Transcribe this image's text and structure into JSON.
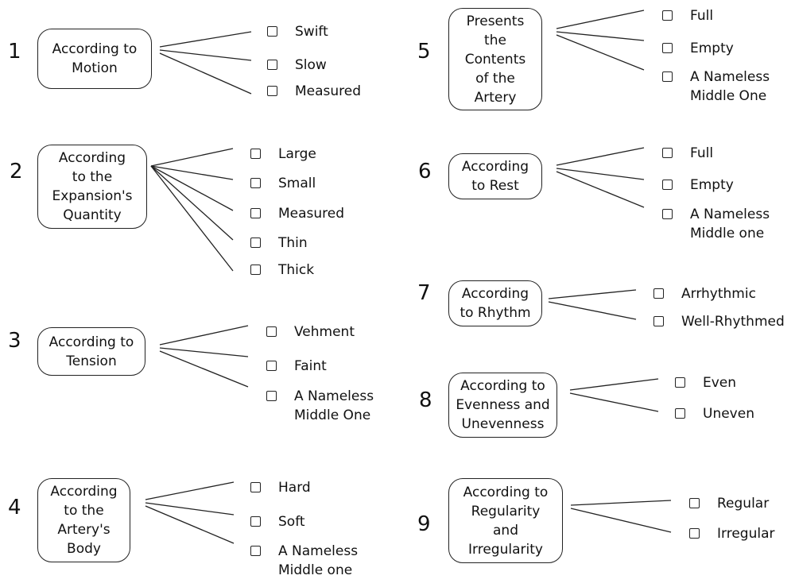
{
  "groups": [
    {
      "number": "1",
      "label": "According to\nMotion",
      "options": [
        "Swift",
        "Slow",
        "Measured"
      ]
    },
    {
      "number": "2",
      "label": "According\nto the\nExpansion's\nQuantity",
      "options": [
        "Large",
        "Small",
        "Measured",
        "Thin",
        "Thick"
      ]
    },
    {
      "number": "3",
      "label": "According to\nTension",
      "options": [
        "Vehment",
        "Faint",
        "A Nameless\nMiddle One"
      ]
    },
    {
      "number": "4",
      "label": "According\nto the\nArtery's\nBody",
      "options": [
        "Hard",
        "Soft",
        "A Nameless\nMiddle one"
      ]
    },
    {
      "number": "5",
      "label": "Presents\nthe\nContents\nof the\nArtery",
      "options": [
        "Full",
        "Empty",
        "A Nameless\nMiddle One"
      ]
    },
    {
      "number": "6",
      "label": "According\nto Rest",
      "options": [
        "Full",
        "Empty",
        "A Nameless\nMiddle one"
      ]
    },
    {
      "number": "7",
      "label": "According\nto Rhythm",
      "options": [
        "Arrhythmic",
        "Well-Rhythmed"
      ]
    },
    {
      "number": "8",
      "label": "According to\nEvenness and\nUnevenness",
      "options": [
        "Even",
        "Uneven"
      ]
    },
    {
      "number": "9",
      "label": "According to\nRegularity\nand\nIrregularity",
      "options": [
        "Regular",
        "Irregular"
      ]
    }
  ]
}
